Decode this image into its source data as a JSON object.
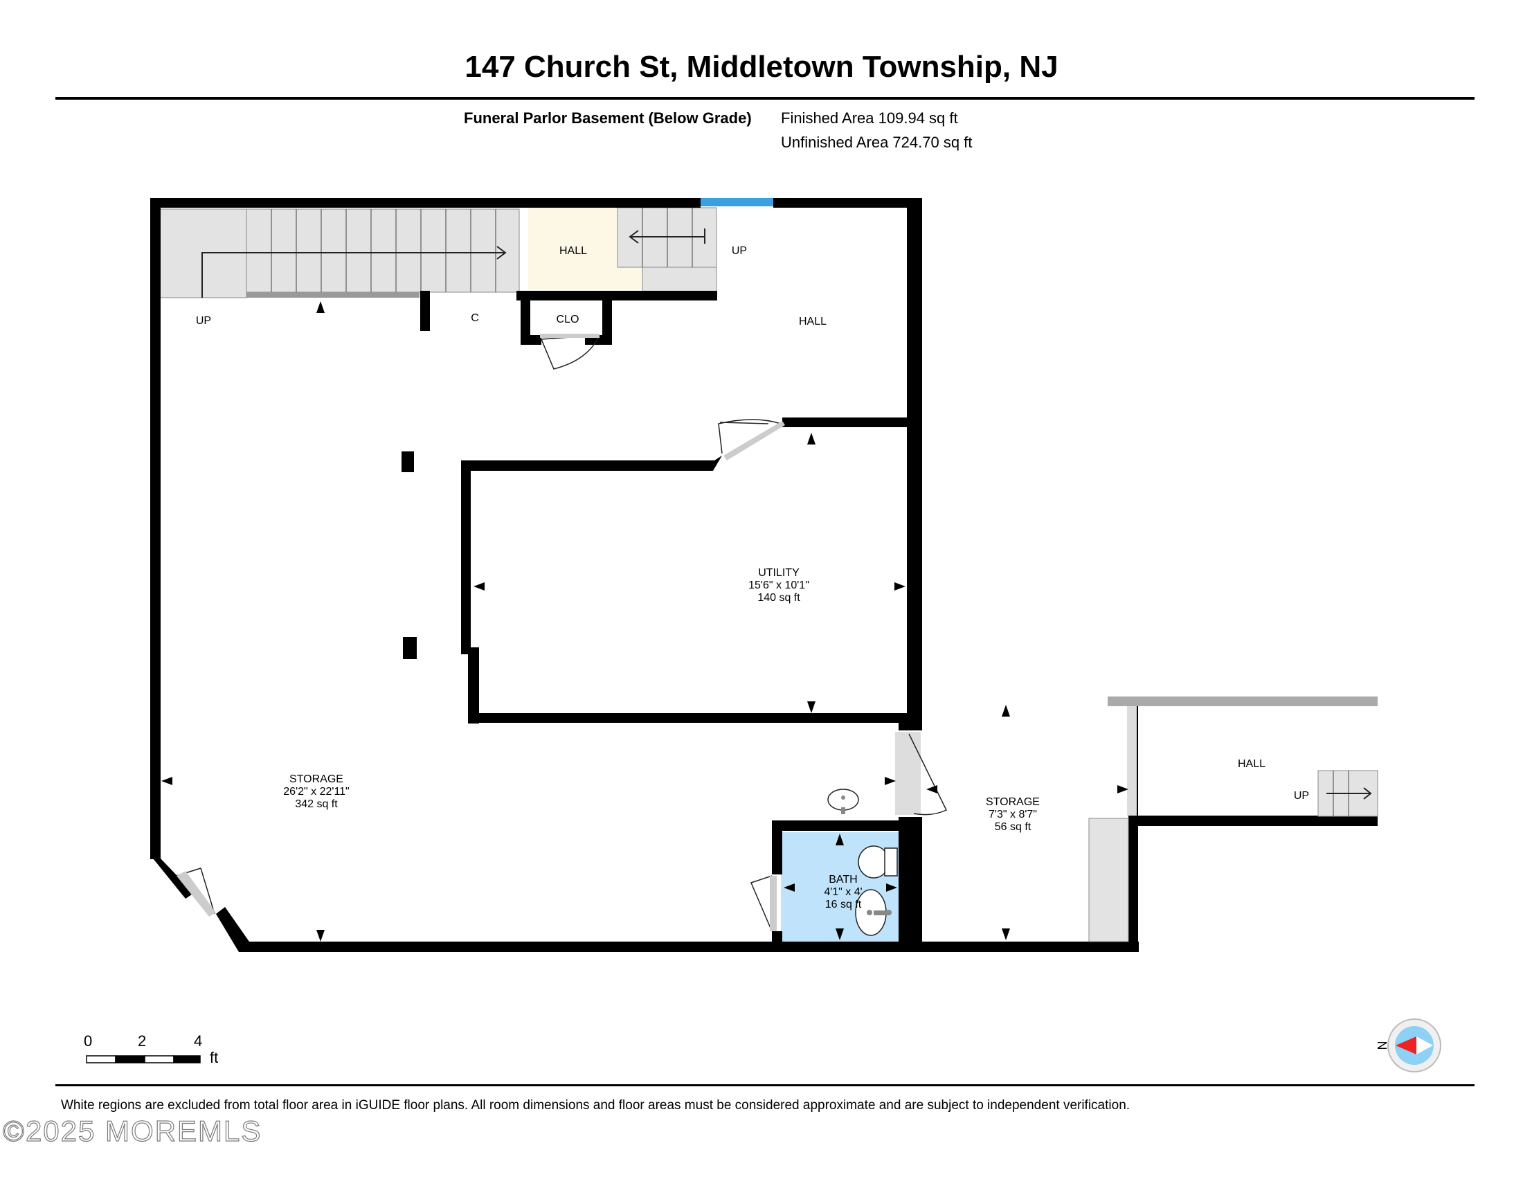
{
  "header": {
    "address": "147 Church St, Middletown Township, NJ",
    "floor_label": "Funeral Parlor Basement (Below Grade)",
    "finished_area": "Finished Area 109.94 sq ft",
    "unfinished_area": "Unfinished Area 724.70 sq ft"
  },
  "rooms": {
    "storage_main": {
      "name": "STORAGE",
      "dims": "26'2\" x 22'11\"",
      "area": "342 sq ft"
    },
    "utility": {
      "name": "UTILITY",
      "dims": "15'6\" x 10'1\"",
      "area": "140 sq ft"
    },
    "storage_right": {
      "name": "STORAGE",
      "dims": "7'3\" x 8'7\"",
      "area": "56 sq ft"
    },
    "bath": {
      "name": "BATH",
      "dims": "4'1\" x 4'",
      "area": "16 sq ft"
    }
  },
  "labels": {
    "hall_top": "HALL",
    "hall_right_top": "HALL",
    "hall_far_right": "HALL",
    "closet_c": "C",
    "closet_clo": "CLO",
    "up_left": "UP",
    "up_top": "UP",
    "up_right": "UP"
  },
  "scale": {
    "ticks": [
      "0",
      "2",
      "4"
    ],
    "unit": "ft"
  },
  "compass": {
    "label": "N"
  },
  "footer": {
    "disclaimer": "White regions are excluded from total floor area in iGUIDE floor plans. All room dimensions and floor areas must be considered approximate and are subject to independent verification.",
    "watermark": "©2025 MOREMLS"
  },
  "colors": {
    "wall": "#000000",
    "hall_fill": "#fdf8e6",
    "bath_fill": "#bfe3fb",
    "window": "#3aa0e0",
    "stair": "#e3e3e3"
  }
}
